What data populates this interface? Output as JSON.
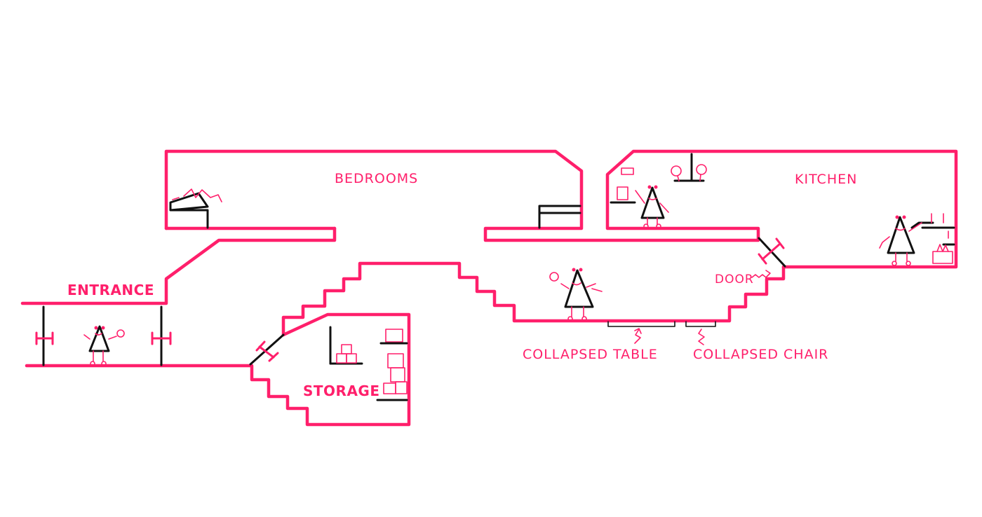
{
  "colors": {
    "wall": "#ff1f6b",
    "ink": "#111111",
    "background": "#ffffff"
  },
  "labels": {
    "entrance": "ENTRANCE",
    "bedrooms": "BEDROOMS",
    "kitchen": "KITCHEN",
    "storage": "STORAGE",
    "door": "DOOR",
    "collapsed_table": "COLLAPSED TABLE",
    "collapsed_chair": "COLLAPSED CHAIR"
  },
  "icons": [
    "door-icon",
    "bed-icon",
    "character-icon",
    "box-icon",
    "shelf-icon",
    "lamp-icon",
    "stove-icon"
  ]
}
